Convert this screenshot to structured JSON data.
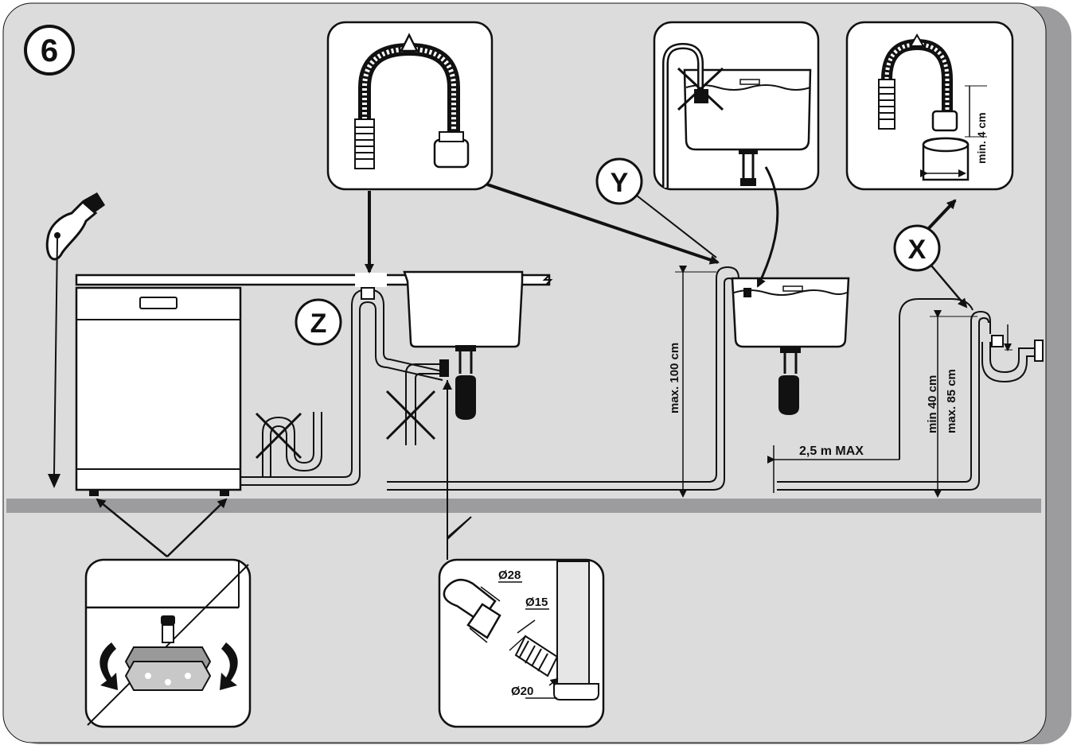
{
  "step_badge": "6",
  "callouts": {
    "z": "Z",
    "y": "Y",
    "x": "X"
  },
  "dimensions": {
    "max_100": "max. 100 cm",
    "min_40": "min 40 cm",
    "max_85": "max. 85 cm",
    "min_4": "min. 4 cm",
    "hose_length": "2,5 m MAX"
  },
  "diameters": {
    "d28": "Ø28",
    "d15": "Ø15",
    "d20": "Ø20"
  },
  "colors": {
    "background": "#dcdcdd",
    "shadow": "#9c9c9e",
    "line": "#111111",
    "panel": "#ffffff"
  }
}
